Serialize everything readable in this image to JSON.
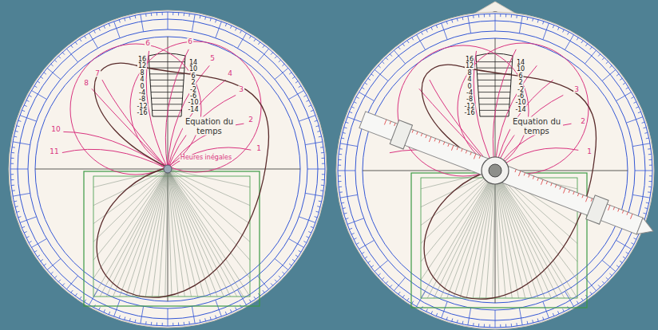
{
  "diagram": {
    "labels": [
      "16",
      "12",
      "8",
      "4",
      "0",
      "-4",
      "-8",
      "-12",
      "-16",
      "14",
      "10",
      "6",
      "2",
      "-2",
      "-6",
      "-10",
      "-14",
      "Equation du temps",
      "Heures inégales",
      "11",
      "10",
      "8",
      "7",
      "6",
      "6",
      "5",
      "4",
      "3",
      "2",
      "1",
      "16",
      "12",
      "8",
      "4",
      "0",
      "-4",
      "-8",
      "-12",
      "-16",
      "14",
      "10",
      "6",
      "2",
      "-2",
      "-6",
      "-10",
      "-14",
      "Equation du temps",
      "3",
      "2",
      "1"
    ]
  }
}
